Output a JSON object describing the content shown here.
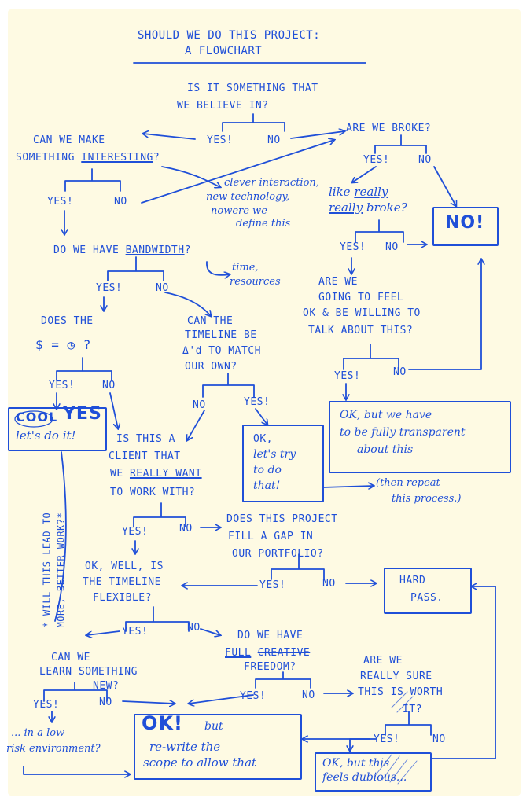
{
  "title": {
    "line1": "SHOULD WE DO THIS PROJECT:",
    "line2": "A FLOWCHART"
  },
  "q_believe": {
    "line1": "IS IT SOMETHING THAT",
    "line2": "WE BELIEVE IN?"
  },
  "believe_yes": "YES!",
  "believe_no": "NO",
  "q_broke": "ARE WE BROKE?",
  "broke_yes": "YES!",
  "broke_no": "NO",
  "q_interesting": {
    "line1": "CAN WE MAKE",
    "line2": "SOMETHING",
    "line2b": "INTERESTING",
    "line2c": "?"
  },
  "note_interesting": {
    "line1": "clever interaction,",
    "line2": "new technology,",
    "line3": "nowere we",
    "line4": "define this"
  },
  "q_really_broke": {
    "line1": "like",
    "line1b": "really",
    "line2": "really",
    "line2b": "broke?"
  },
  "interesting_yes": "YES!",
  "interesting_no": "NO",
  "no_box": "NO!",
  "q_bandwidth": {
    "pre": "DO WE HAVE",
    "word": "BANDWIDTH",
    "post": "?"
  },
  "note_bandwidth": {
    "line1": "time,",
    "line2": "resources"
  },
  "really_yes": "YES!",
  "really_no": "NO",
  "q_feel_ok": {
    "line1": "ARE WE",
    "line2": "GOING TO FEEL",
    "line3": "OK & BE WILLING TO",
    "line4": "TALK ABOUT THIS?"
  },
  "bandwidth_yes": "YES!",
  "bandwidth_no": "NO",
  "q_money": {
    "line1": "DOES THE",
    "line2": "$ = ◷ ?"
  },
  "q_timeline": {
    "line1": "CAN THE",
    "line2": "TIMELINE BE",
    "line3": "Δ'd TO MATCH",
    "line4": "OUR OWN?"
  },
  "feel_yes": "YES!",
  "feel_no": "NO",
  "money_yes": "YES!",
  "money_no": "NO",
  "timeline_no": "NO",
  "timeline_yes": "YES!",
  "cool_box": {
    "cool": "COOL",
    "yes": "YES",
    "line2": "let's do it!"
  },
  "q_client": {
    "line1": "IS THIS A",
    "line2": "CLIENT THAT",
    "line3": "WE",
    "line3b": "REALLY WANT",
    "line4": "TO WORK WITH?"
  },
  "lets_try_box": {
    "line1": "OK,",
    "line2": "let's try",
    "line3": "to do",
    "line4": "that!"
  },
  "transparent_box": {
    "line1": "OK, but we have",
    "line2": "to be fully transparent",
    "line3": "about this"
  },
  "note_repeat": {
    "line1": "(then repeat",
    "line2": "this process.)"
  },
  "side_note": {
    "line1": "* WILL THIS LEAD TO",
    "line2": "MORE, BETTER WORK?*"
  },
  "client_yes": "YES!",
  "client_no": "NO",
  "q_portfolio": {
    "line1": "DOES THIS PROJECT",
    "line2": "FILL A GAP IN",
    "line3": "OUR PORTFOLIO?"
  },
  "q_flexible": {
    "line1": "OK, WELL, IS",
    "line2": "THE TIMELINE",
    "line3": "FLEXIBLE?"
  },
  "portfolio_yes": "YES!",
  "portfolio_no": "NO",
  "hard_pass_box": {
    "line1": "HARD",
    "line2": "PASS."
  },
  "flexible_yes": "YES!",
  "flexible_no": "NO",
  "q_freedom": {
    "line1": "DO WE HAVE",
    "line2a": "FULL",
    "line2b": "CREATIVE",
    "line3": "FREEDOM?"
  },
  "q_learn": {
    "line1": "CAN WE",
    "line2": "LEARN SOMETHING",
    "line3": "NEW?"
  },
  "q_sure": {
    "line1": "ARE WE",
    "line2": "REALLY SURE",
    "line3": "THIS IS WORTH",
    "line4": "IT?"
  },
  "freedom_yes": "YES!",
  "freedom_no": "NO",
  "learn_yes": "YES!",
  "learn_no": "NO",
  "note_low_risk": {
    "line1": "... in a low",
    "line2": "risk environment?"
  },
  "ok_box": {
    "big": "OK!",
    "line1b": "but",
    "line2": "re-write the",
    "line3": "scope to allow that"
  },
  "sure_yes": "YES!",
  "sure_no": "NO",
  "dubious_box": {
    "line1": "OK, but this",
    "line2": "feels dubious..."
  },
  "colors": {
    "ink": "#1f4fd8",
    "paper": "#fefae3"
  }
}
